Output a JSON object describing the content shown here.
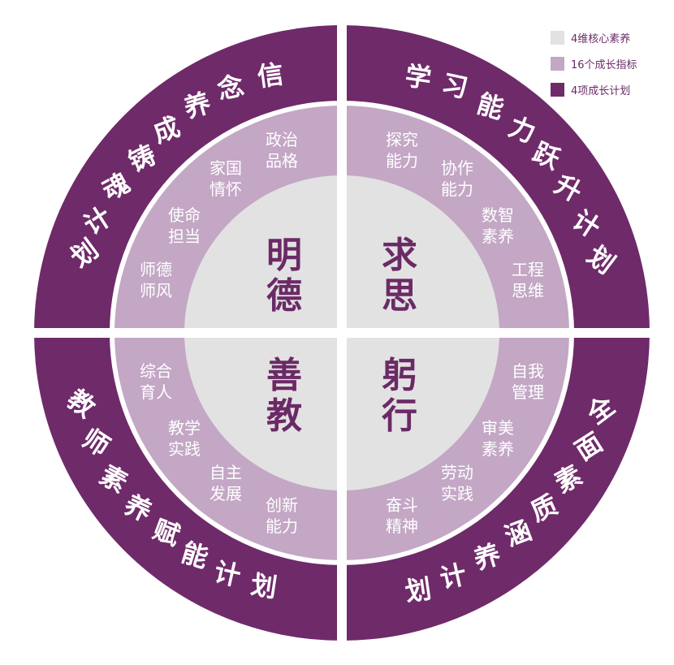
{
  "colors": {
    "outer": "#6f2a6a",
    "middle": "#c3a7c5",
    "inner": "#e2e2e2"
  },
  "legend": [
    {
      "label": "4维核心素养",
      "color": "#e2e2e2"
    },
    {
      "label": "16个成长指标",
      "color": "#c3a7c5"
    },
    {
      "label": "4项成长计划",
      "color": "#6f2a6a"
    }
  ],
  "core": {
    "tl": [
      "明",
      "德"
    ],
    "tr": [
      "求",
      "思"
    ],
    "bl": [
      "善",
      "教"
    ],
    "br": [
      "躬",
      "行"
    ]
  },
  "indicators": {
    "tl": [
      [
        "政治",
        "品格"
      ],
      [
        "家国",
        "情怀"
      ],
      [
        "使命",
        "担当"
      ],
      [
        "师德",
        "师风"
      ]
    ],
    "tr": [
      [
        "探究",
        "能力"
      ],
      [
        "协作",
        "能力"
      ],
      [
        "数智",
        "素养"
      ],
      [
        "工程",
        "思维"
      ]
    ],
    "bl": [
      [
        "综合",
        "育人"
      ],
      [
        "教学",
        "实践"
      ],
      [
        "自主",
        "发展"
      ],
      [
        "创新",
        "能力"
      ]
    ],
    "br": [
      [
        "自我",
        "管理"
      ],
      [
        "审美",
        "素养"
      ],
      [
        "劳动",
        "实践"
      ],
      [
        "奋斗",
        "精神"
      ]
    ]
  },
  "plans": {
    "tl": [
      "信",
      "念",
      "养",
      "成",
      "铸",
      "魂",
      "计",
      "划"
    ],
    "tr": [
      "学",
      "习",
      "能",
      "力",
      "跃",
      "升",
      "计",
      "划"
    ],
    "bl": [
      "教",
      "师",
      "素",
      "养",
      "赋",
      "能",
      "计",
      "划"
    ],
    "br": [
      "全",
      "面",
      "素",
      "质",
      "涵",
      "养",
      "计",
      "划"
    ]
  }
}
